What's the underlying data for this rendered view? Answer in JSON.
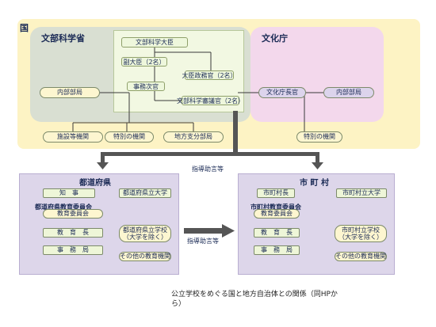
{
  "national": {
    "label": "国",
    "monbu": {
      "title": "文部科学省",
      "minister": "文部科学大臣",
      "vice_minister": "副大臣（2名）",
      "parl_secretary": "大臣政務官（2名）",
      "vice_minister_admin": "事務次官",
      "deliberation": "文部科学審議官（2名）",
      "internal": "内部部局"
    },
    "bunka": {
      "title": "文化庁",
      "commissioner": "文化庁長官",
      "internal": "内部部局",
      "special": "特別の機関"
    },
    "facilities": "施設等機関",
    "special": "特別の機関",
    "local_branch": "地方支分部局"
  },
  "guidance_label_top": "指導助言等",
  "guidance_label_mid": "指導助言等",
  "prefecture": {
    "title": "都道府県",
    "governor": "知　事",
    "pref_univ": "都道府県立大学",
    "board": "都道府県教育委員会",
    "committee": "教育委員会",
    "superintendent": "教　育　長",
    "office": "事　務　局",
    "schools_line1": "都道府県立学校",
    "schools_line2": "（大学を除く）",
    "other": "その他の教育機関"
  },
  "municipality": {
    "title": "市 町 村",
    "mayor": "市町村長",
    "muni_univ": "市町村立大学",
    "board": "市町村教育委員会",
    "committee": "教育委員会",
    "superintendent": "教　育　長",
    "office": "事　務　局",
    "schools_line1": "市町村立学校",
    "schools_line2": "（大学を除く）",
    "other": "その他の教育機関"
  },
  "caption_line1": "公立学校をめぐる国と地方自治体との関係（同HPか",
  "caption_line2": "ら）",
  "colors": {
    "national_bg": "#fdf3c4",
    "monbu_bg": "#d9dfd2",
    "bunka_bg": "#f3d8ec",
    "inner_green": "#eef7dc",
    "local_bg": "#ddd6ea",
    "box_yellow": "#fdf6d0"
  }
}
